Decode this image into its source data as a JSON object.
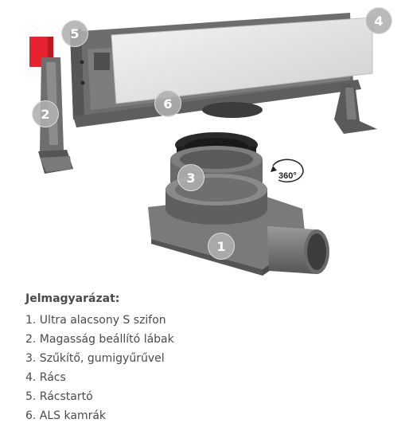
{
  "callouts": {
    "c1": "1",
    "c2": "2",
    "c3": "3",
    "c4": "4",
    "c5": "5",
    "c6": "6",
    "rotation": "360°"
  },
  "legend": {
    "title": "Jelmagyarázat:",
    "items": [
      "1. Ultra alacsony S szifon",
      "2. Magasság beállító lábak",
      "3. Szűkítő, gumigyűrűvel",
      "4. Rács",
      "5. Rácstartó",
      "6. ALS kamrák"
    ]
  },
  "colors": {
    "body_grey": "#6b6b6b",
    "dark_grey": "#4a4a4a",
    "steel": "#e6e6e6",
    "badge_grey": "#afafaf",
    "red_tag": "#e8232f"
  }
}
